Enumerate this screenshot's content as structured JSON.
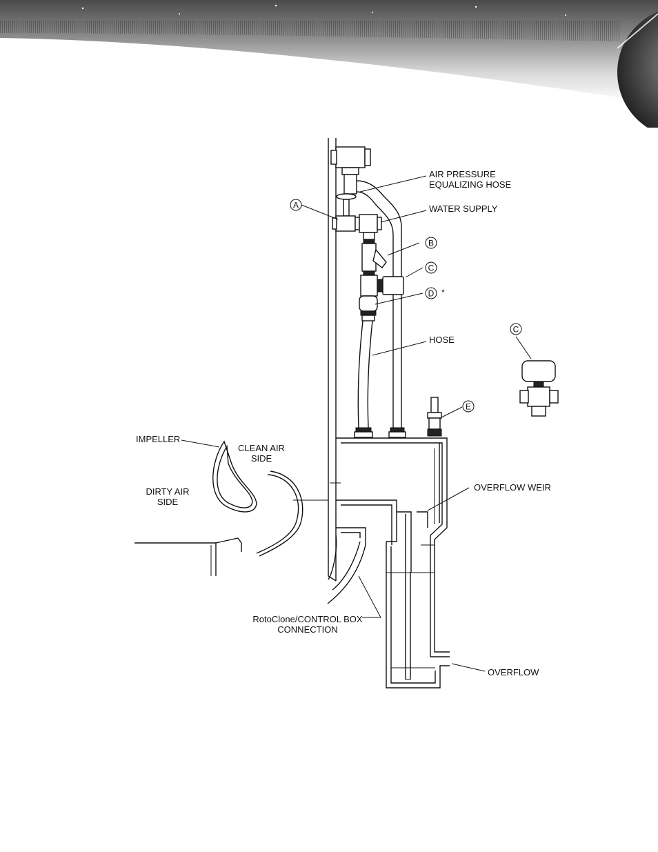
{
  "labels": {
    "air_pressure_1": "AIR PRESSURE",
    "air_pressure_2": "EQUALIZING HOSE",
    "water_supply": "WATER SUPPLY",
    "hose": "HOSE",
    "impeller": "IMPELLER",
    "clean_air_1": "CLEAN AIR",
    "clean_air_2": "SIDE",
    "dirty_air_1": "DIRTY AIR",
    "dirty_air_2": "SIDE",
    "overflow_weir": "OVERFLOW WEIR",
    "rotoclone_1": "RotoClone/CONTROL BOX",
    "rotoclone_2": "CONNECTION",
    "overflow": "OVERFLOW",
    "asterisk": "*"
  },
  "callouts": {
    "a": "A",
    "b": "B",
    "c": "C",
    "d": "D",
    "e": "E",
    "c_detail": "C"
  }
}
